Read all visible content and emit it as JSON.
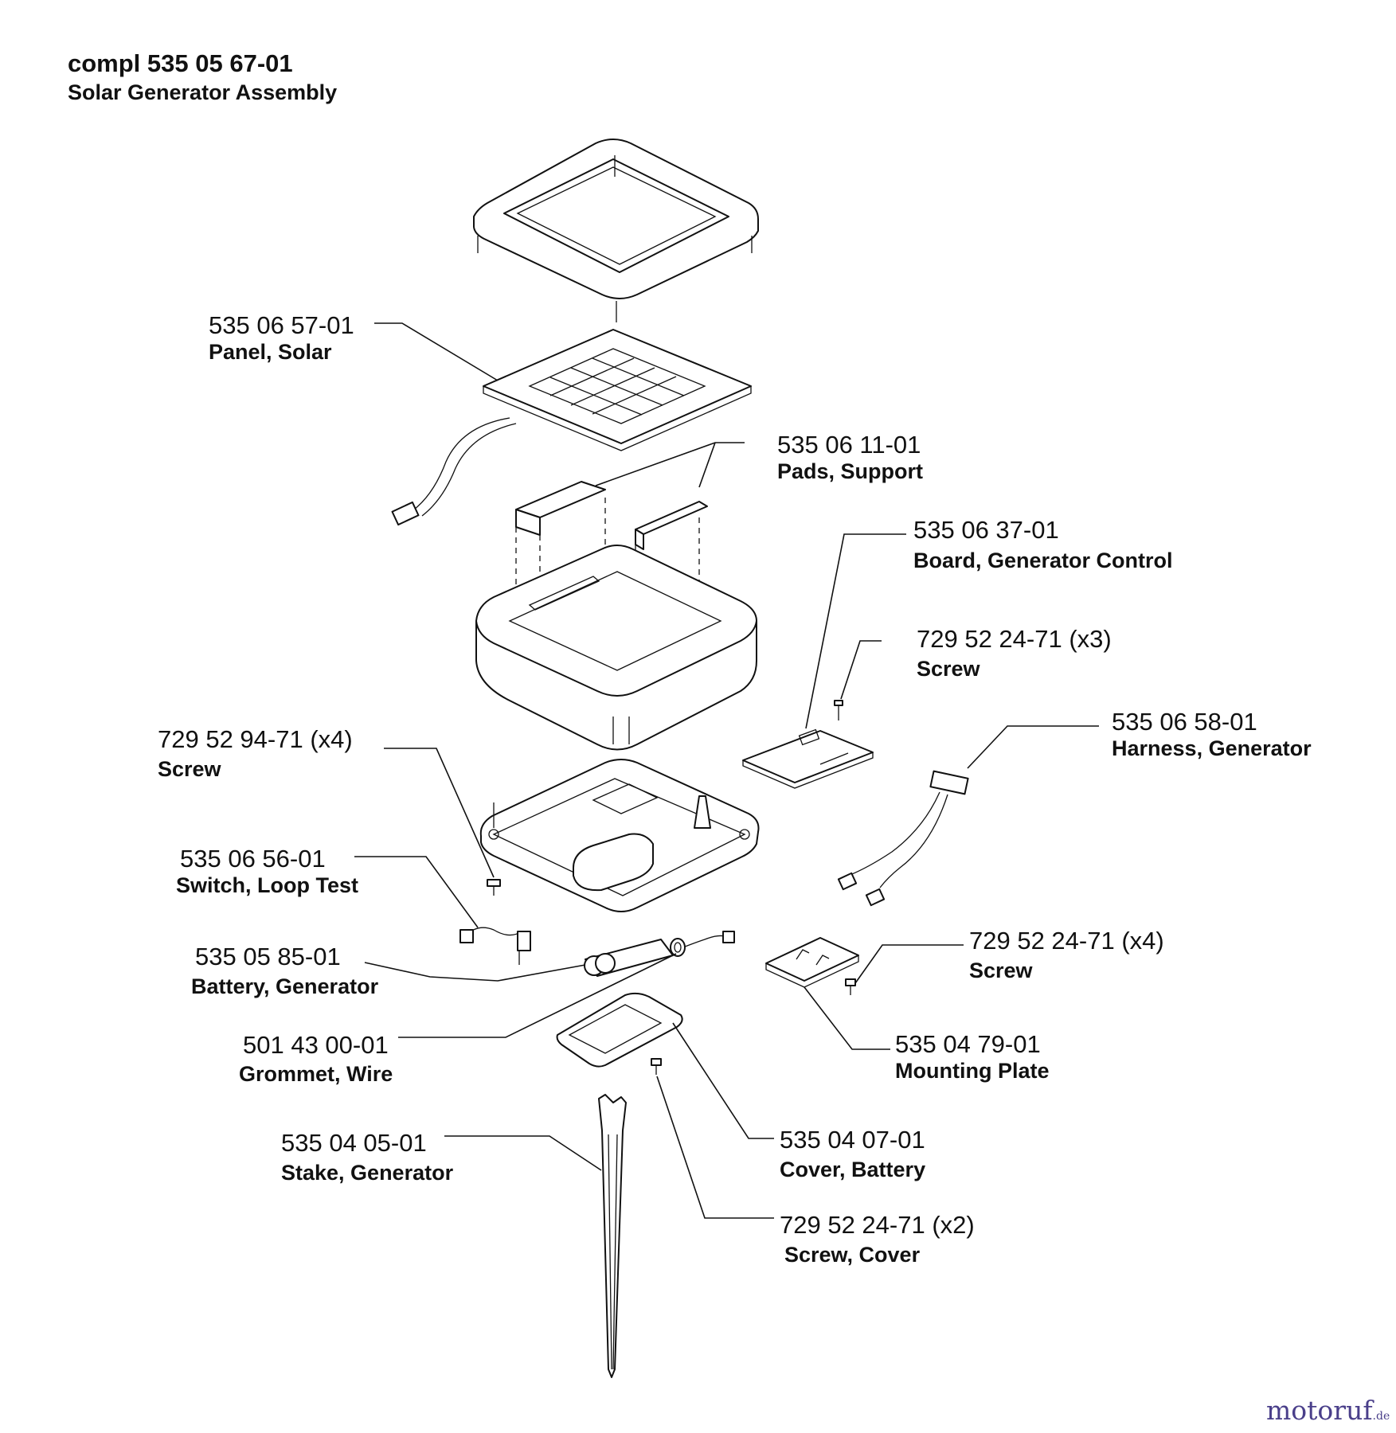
{
  "header": {
    "assembly_number": "compl 535 05 67-01",
    "assembly_title": "Solar Generator Assembly"
  },
  "parts": [
    {
      "part_number": "535 06 57-01",
      "name": "Panel, Solar"
    },
    {
      "part_number": "535 06 11-01",
      "name": "Pads, Support"
    },
    {
      "part_number": "535 06 37-01",
      "name": "Board, Generator Control"
    },
    {
      "part_number": "729 52 24-71 (x3)",
      "name": "Screw"
    },
    {
      "part_number": "535 06 58-01",
      "name": "Harness, Generator"
    },
    {
      "part_number": "729 52 94-71 (x4)",
      "name": "Screw"
    },
    {
      "part_number": "535 06 56-01",
      "name": "Switch, Loop Test"
    },
    {
      "part_number": "535 05 85-01",
      "name": "Battery, Generator"
    },
    {
      "part_number": "729 52 24-71 (x4)",
      "name": "Screw"
    },
    {
      "part_number": "501 43 00-01",
      "name": "Grommet, Wire"
    },
    {
      "part_number": "535 04 79-01",
      "name": "Mounting Plate"
    },
    {
      "part_number": "535 04 05-01",
      "name": "Stake, Generator"
    },
    {
      "part_number": "535 04 07-01",
      "name": "Cover, Battery"
    },
    {
      "part_number": "729 52 24-71 (x2)",
      "name": "Screw, Cover"
    }
  ],
  "watermark": {
    "brand": "motoruf",
    "suffix": ".de"
  }
}
